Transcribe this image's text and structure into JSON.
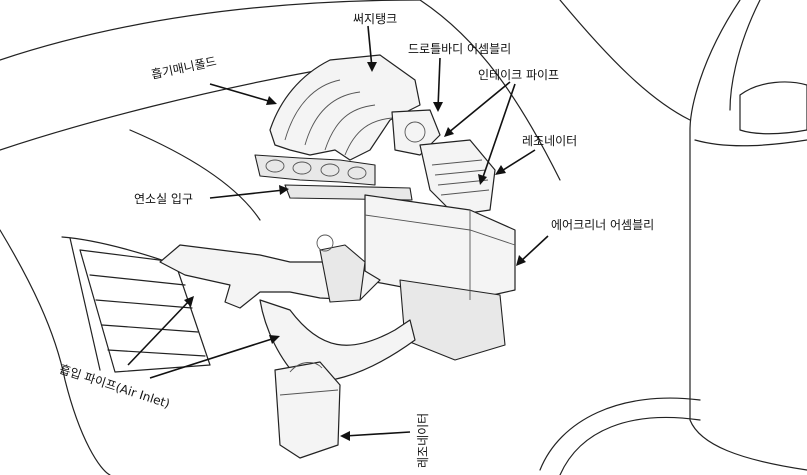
{
  "labels": {
    "surge_tank": "써지탱크",
    "throttle_body": "드로틀바디 어셈블리",
    "intake_manifold": "흡기매니폴드",
    "intake_pipe": "인테이크 파이프",
    "resonator_top": "레조네이터",
    "combustion_inlet": "연소실 입구",
    "air_cleaner": "에어크리너 어셈블리",
    "air_inlet": "흡입 파이프(Air Inlet)",
    "resonator_bottom": "레조네이터"
  }
}
